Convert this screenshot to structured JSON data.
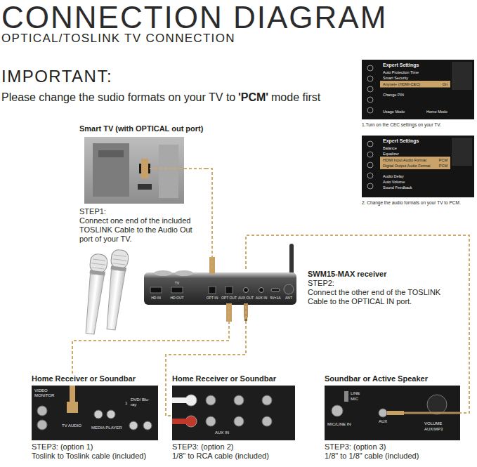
{
  "diagram": {
    "title": "CONNECTION DIAGRAM",
    "nodes": [
      {
        "text": [
          "Expert Settings",
          "Auto Protection Time",
          "Smart Security",
          "Anynet+ (HDMI-CEC)",
          "On",
          "Change PIN",
          "Usage Mode",
          "Home Mode",
          "1.Turn on the CEC settings on your TV."
        ]
      },
      {
        "text": [
          "Expert Settings",
          "Balance",
          "Equalizer",
          "HDMI Input Audio Format",
          "PCM",
          "Digital Output Audio Format",
          "PCM",
          "Audio Delay",
          "Auto Volume",
          "Sound Feedback",
          "2. Change the audio formats on your TV to PCM."
        ]
      },
      {
        "text": [
          "Smart TV (with OPTICAL out port)",
          "STEP1:",
          "Connect one end of the included TOSLINK Cable to the Audio Out port of your TV."
        ]
      },
      {
        "text": [
          "SWM15-MAX receiver",
          "STEP2:",
          "Connect the other end of the TOSLINK Cable to the OPTICAL IN port."
        ]
      },
      {
        "text": [
          "Home Receiver or Soundbar",
          "STEP3: (option 1)",
          "Toslink to Toslink cable (included)"
        ]
      },
      {
        "text": [
          "Home Receiver or Soundbar",
          "STEP3: (option 2)",
          "1/8\" to RCA cable (included)"
        ]
      },
      {
        "text": [
          "Soundbar or Active Speaker",
          "STEP3: (option 3)",
          "1/8\" to 1/8\" cable (included)"
        ]
      }
    ],
    "edges": [
      {
        "from": 2,
        "to": 3,
        "arrow": "none"
      },
      {
        "from": 3,
        "to": 4,
        "arrow": "none"
      },
      {
        "from": 3,
        "to": 5,
        "arrow": "none"
      },
      {
        "from": 3,
        "to": 6,
        "arrow": "none"
      }
    ],
    "labels": [
      "OPTICAL/TOSLINK TV CONNECTION",
      "IMPORTANT:",
      "Please change the sudio formats on your TV to",
      "'PCM'",
      "mode first",
      "HD IN",
      "TV",
      "HD OUT",
      "OPT IN",
      "OPT OUT",
      "AUX OUT",
      "AUX IN",
      "5V=1A",
      "ANT",
      "VIDEO",
      "MONITOR",
      "TV AUDIO",
      "MEDIA PLAYER",
      "1",
      "DVD/ Blu-ray",
      "AUX IN",
      "LINE",
      "MIC",
      "MIC/LINE IN",
      "AUX",
      "VOLUME",
      "AUX/MP3"
    ]
  }
}
